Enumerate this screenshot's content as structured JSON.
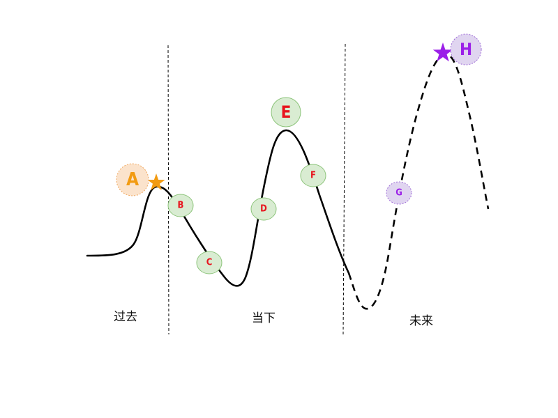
{
  "eras": [
    {
      "label": "过去"
    },
    {
      "label": "当下"
    },
    {
      "label": "未来"
    }
  ],
  "nodes": [
    {
      "label": "A",
      "group": "past"
    },
    {
      "label": "B",
      "group": "present"
    },
    {
      "label": "C",
      "group": "present"
    },
    {
      "label": "D",
      "group": "present"
    },
    {
      "label": "E",
      "group": "present"
    },
    {
      "label": "F",
      "group": "present"
    },
    {
      "label": "G",
      "group": "future"
    },
    {
      "label": "H",
      "group": "future"
    }
  ],
  "colors": {
    "curve": "#000000",
    "divider": "#000000",
    "past_star": "#f29b12",
    "past_fill": "#fbe3cc",
    "past_stroke": "#f0a860",
    "past_text": "#f29b12",
    "present_fill": "#d9ecd2",
    "present_stroke": "#8cc47a",
    "present_text": "#e8141e",
    "future_star": "#9b1fe8",
    "future_fill": "#e0d5f0",
    "future_stroke": "#a06ed8",
    "future_text": "#9b1fe8"
  },
  "icons": {
    "past_marker": "star-icon",
    "future_marker": "star-icon"
  }
}
